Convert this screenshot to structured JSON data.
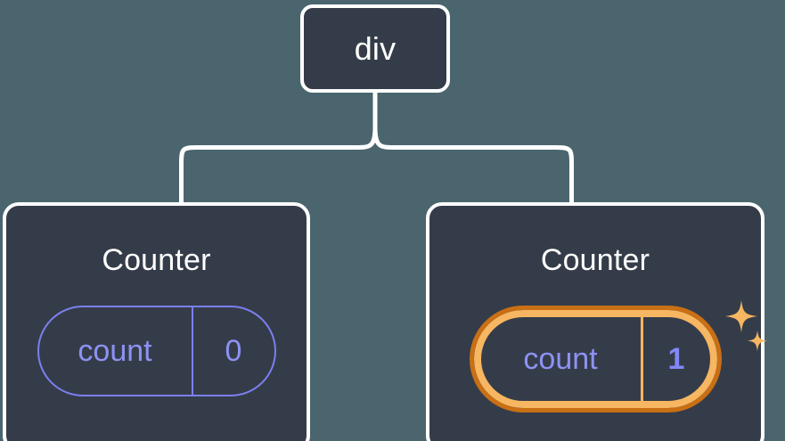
{
  "diagram": {
    "type": "component-tree",
    "background_color": "#4b656e",
    "node_fill_color": "#353c49",
    "node_border_color": "#ffffff",
    "connector_color": "#ffffff",
    "accent_purple": "#8d92f3",
    "highlight_outer_color": "#c96f14",
    "highlight_inner_color": "#f7b661",
    "root": {
      "label": "div"
    },
    "children": [
      {
        "title": "Counter",
        "state": {
          "key": "count",
          "value": "0"
        },
        "highlighted": false
      },
      {
        "title": "Counter",
        "state": {
          "key": "count",
          "value": "1"
        },
        "highlighted": true
      }
    ]
  }
}
